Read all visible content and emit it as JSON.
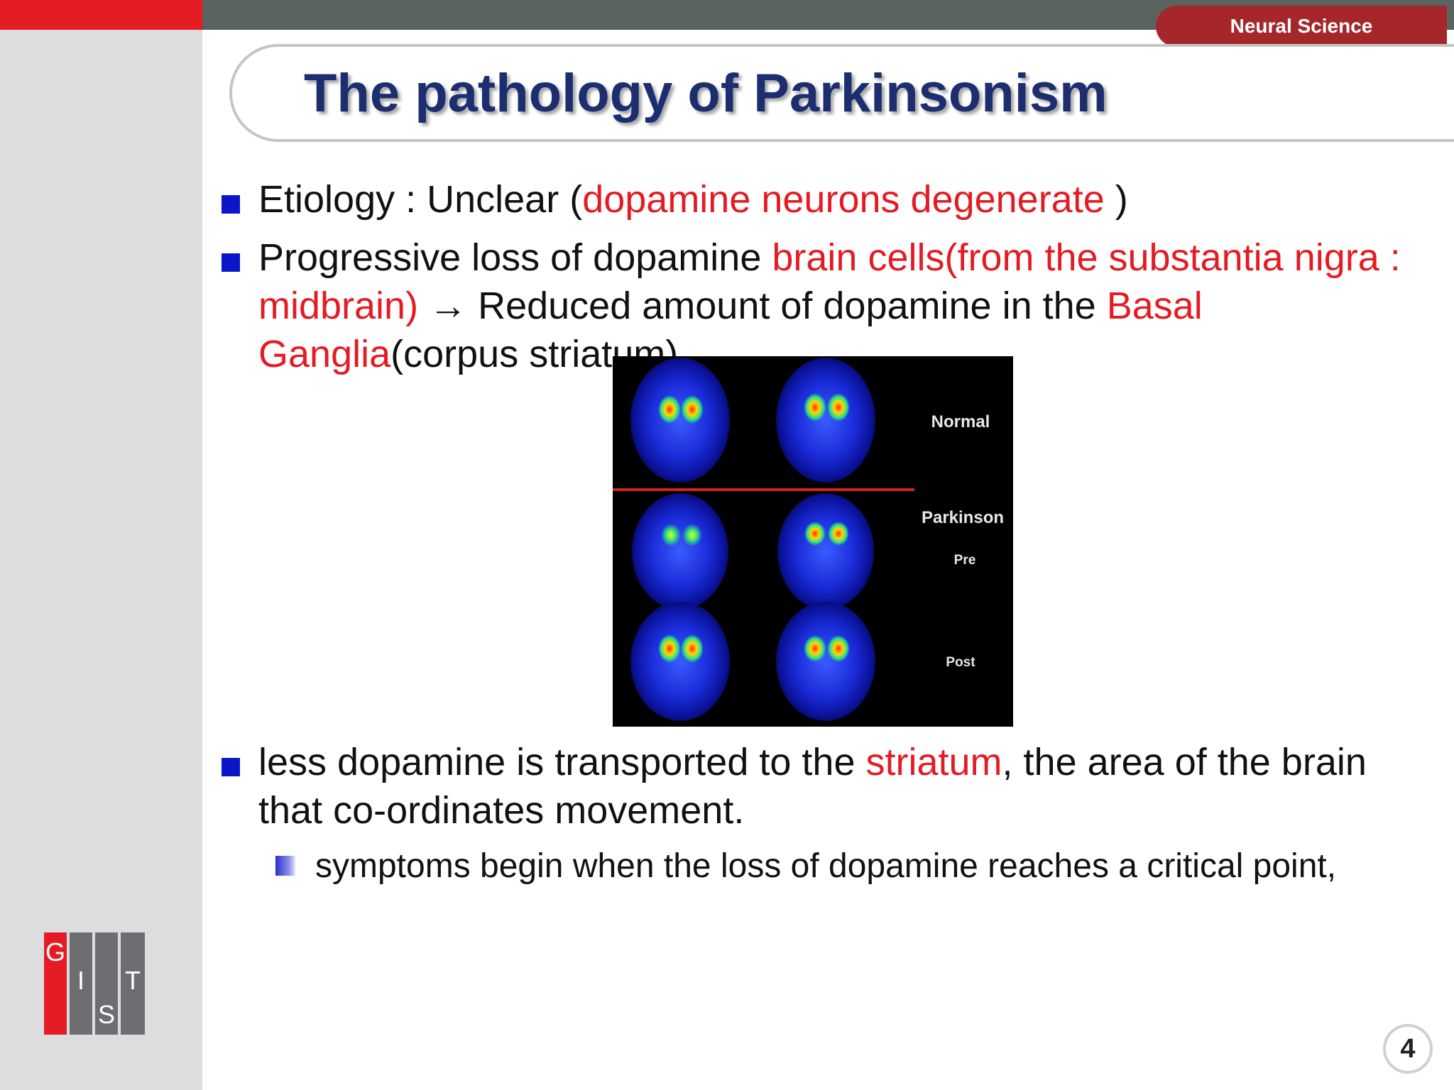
{
  "header": {
    "course_label": "Neural Science",
    "title": "The pathology of Parkinsonism"
  },
  "bullets": [
    {
      "parts": [
        {
          "t": "Etiology :  Unclear (",
          "red": false
        },
        {
          "t": "dopamine neurons degenerate ",
          "red": true
        },
        {
          "t": ")",
          "red": false
        }
      ]
    },
    {
      "parts": [
        {
          "t": "Progressive loss of dopamine ",
          "red": false
        },
        {
          "t": "brain cells(from the substantia nigra : midbrain)",
          "red": true
        },
        {
          "t": " → Reduced amount of dopamine in the ",
          "red": false
        },
        {
          "t": "Basal Ganglia",
          "red": true
        },
        {
          "t": "(corpus striatum)",
          "red": false
        }
      ]
    },
    {
      "parts": [
        {
          "t": "less dopamine is transported to the ",
          "red": false
        },
        {
          "t": "striatum",
          "red": true
        },
        {
          "t": ", the area of the brain that co-ordinates movement.",
          "red": false
        }
      ]
    }
  ],
  "sub_bullet": "symptoms begin when the loss of dopamine reaches a critical point,",
  "image": {
    "labels": {
      "normal": "Normal",
      "parkinson": "Parkinson",
      "pre": "Pre",
      "post": "Post"
    }
  },
  "logo": {
    "letters": [
      "G",
      "I",
      "S",
      "T"
    ]
  },
  "slide_number": "4",
  "colors": {
    "accent_red": "#e41b23",
    "title_navy": "#1d2e70",
    "bullet_blue": "#0b16c9",
    "header_gray": "#5b6360"
  }
}
